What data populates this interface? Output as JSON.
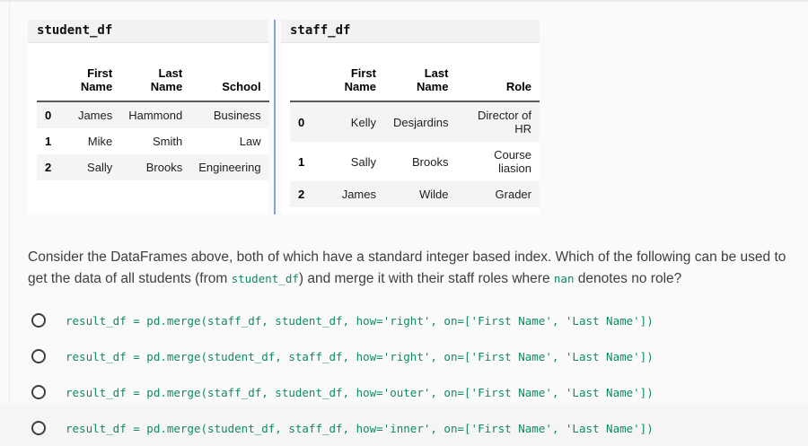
{
  "page": {
    "background": "#fafafa",
    "code_color": "#0f8b5f",
    "divider_color": "#7da7dc"
  },
  "cells": [
    {
      "title": "student_df",
      "table": {
        "columns": [
          "First Name",
          "Last Name",
          "School"
        ],
        "rows": [
          {
            "index": "0",
            "values": [
              "James",
              "Hammond",
              "Business"
            ]
          },
          {
            "index": "1",
            "values": [
              "Mike",
              "Smith",
              "Law"
            ]
          },
          {
            "index": "2",
            "values": [
              "Sally",
              "Brooks",
              "Engineering"
            ]
          }
        ]
      }
    },
    {
      "title": "staff_df",
      "table": {
        "columns": [
          "First Name",
          "Last Name",
          "Role"
        ],
        "rows": [
          {
            "index": "0",
            "values": [
              "Kelly",
              "Desjardins",
              "Director of HR"
            ]
          },
          {
            "index": "1",
            "values": [
              "Sally",
              "Brooks",
              "Course liasion"
            ]
          },
          {
            "index": "2",
            "values": [
              "James",
              "Wilde",
              "Grader"
            ]
          }
        ]
      }
    }
  ],
  "question": {
    "part1": "Consider the DataFrames above, both of which have a standard integer based index. Which of the following can be used to get the data of all students (from ",
    "code1": "student_df",
    "part2": ") and merge it with their staff roles where ",
    "code2": "nan",
    "part3": " denotes no role?"
  },
  "options": [
    {
      "code": "result_df = pd.merge(staff_df, student_df, how='right', on=['First Name', 'Last Name'])"
    },
    {
      "code": "result_df = pd.merge(student_df, staff_df, how='right', on=['First Name', 'Last Name'])"
    },
    {
      "code": "result_df = pd.merge(staff_df, student_df, how='outer', on=['First Name', 'Last Name'])"
    },
    {
      "code": "result_df = pd.merge(student_df, staff_df, how='inner', on=['First Name', 'Last Name'])"
    }
  ]
}
